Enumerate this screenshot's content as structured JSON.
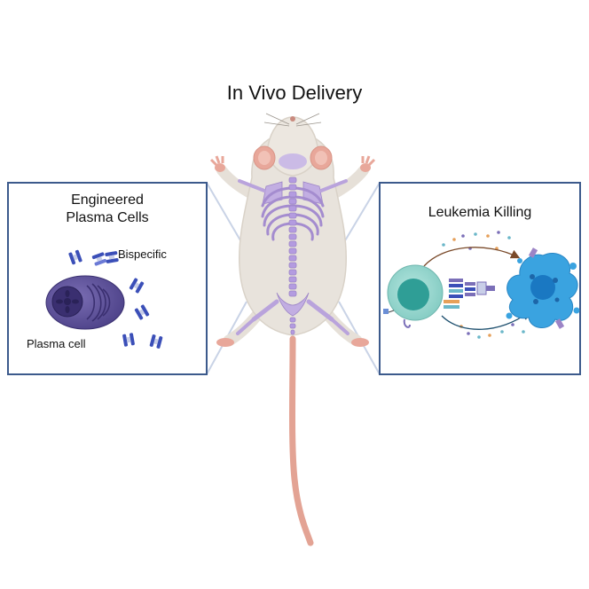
{
  "title": "In Vivo Delivery",
  "left_panel": {
    "title_line1": "Engineered",
    "title_line2": "Plasma Cells",
    "label_bispecific": "Bispecific",
    "label_plasma_cell": "Plasma cell"
  },
  "right_panel": {
    "title": "Leukemia Killing"
  },
  "colors": {
    "panel_border": "#3c5a8c",
    "skeleton": "#b9a3dc",
    "mouse_body": "#e8e3dc",
    "mouse_pink": "#e8a79a",
    "plasma_cell": "#5c5096",
    "t_cell": "#8fd4cc",
    "leukemia_cell": "#3aa3e0"
  }
}
